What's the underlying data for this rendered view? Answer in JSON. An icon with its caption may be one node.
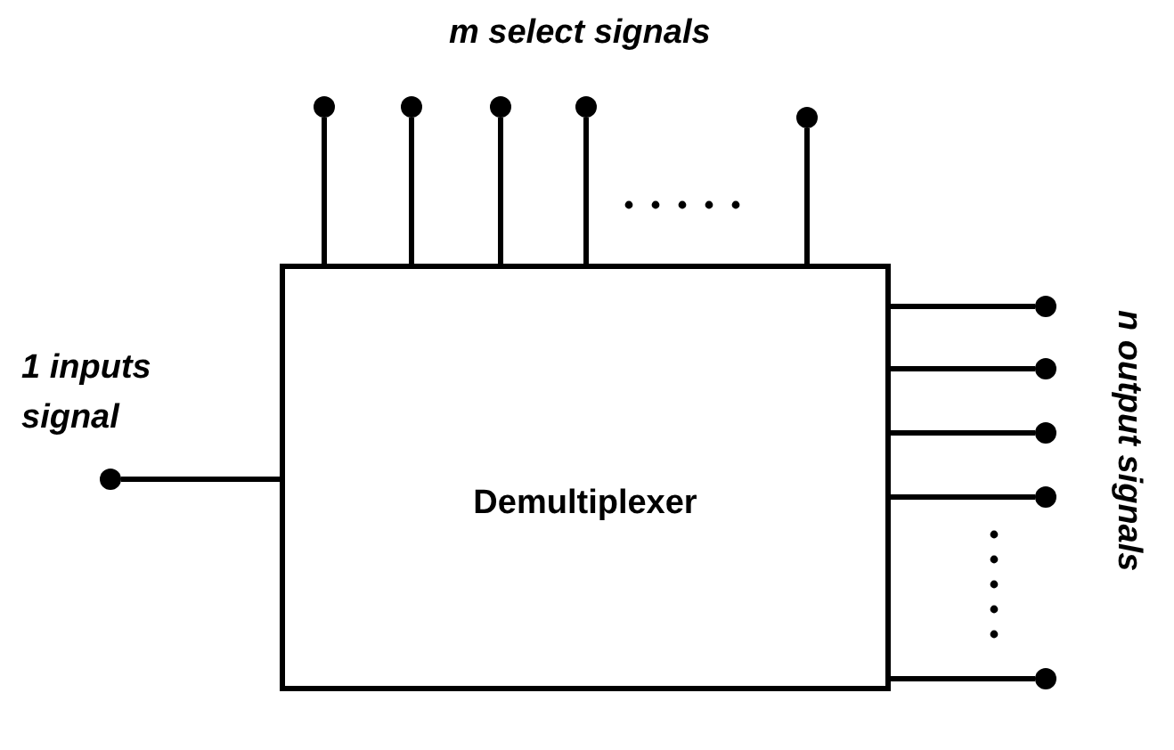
{
  "diagram": {
    "nodes": [
      {
        "text": [
          "Demultiplexer"
        ]
      },
      {
        "text": [],
        "shape": "circle"
      },
      {
        "text": [],
        "shape": "circle"
      },
      {
        "text": [],
        "shape": "circle"
      },
      {
        "text": [],
        "shape": "circle"
      },
      {
        "text": [],
        "shape": "circle"
      },
      {
        "text": [],
        "shape": "circle"
      },
      {
        "text": [],
        "shape": "circle"
      },
      {
        "text": [],
        "shape": "circle"
      },
      {
        "text": [],
        "shape": "circle"
      },
      {
        "text": [],
        "shape": "circle"
      },
      {
        "text": [],
        "shape": "circle"
      }
    ],
    "edges": [
      {
        "from": 1,
        "to": 0,
        "arrow": "none"
      },
      {
        "from": 2,
        "to": 0,
        "arrow": "none"
      },
      {
        "from": 3,
        "to": 0,
        "arrow": "none"
      },
      {
        "from": 4,
        "to": 0,
        "arrow": "none"
      },
      {
        "from": 5,
        "to": 0,
        "arrow": "none"
      },
      {
        "from": 6,
        "to": 0,
        "arrow": "none"
      },
      {
        "from": 0,
        "to": 7,
        "arrow": "none"
      },
      {
        "from": 0,
        "to": 8,
        "arrow": "none"
      },
      {
        "from": 0,
        "to": 9,
        "arrow": "none"
      },
      {
        "from": 0,
        "to": 10,
        "arrow": "none"
      },
      {
        "from": 0,
        "to": 11,
        "arrow": "none"
      }
    ],
    "labels": [
      "m select signals",
      "1 inputs signal",
      "n output signals"
    ]
  }
}
